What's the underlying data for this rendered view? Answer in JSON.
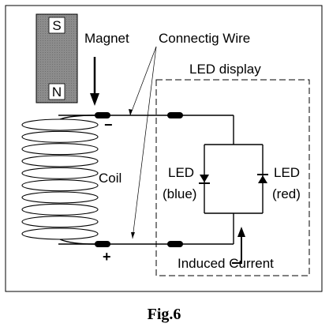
{
  "magnet": {
    "label": "Magnet",
    "north_pole": "N",
    "south_pole": "S",
    "color": "#8c8c8c"
  },
  "connecting_wire_label": "Connectig Wire",
  "led_display": {
    "label": "LED display",
    "led_blue_line1": "LED",
    "led_blue_line2": "(blue)",
    "led_red_line1": "LED",
    "led_red_line2": "(red)"
  },
  "coil": {
    "label": "Coil",
    "turns": 10,
    "terminal_top_sign": "−",
    "terminal_bottom_sign": "+"
  },
  "induced_current_label": "Induced Current",
  "caption": "Fig.6"
}
